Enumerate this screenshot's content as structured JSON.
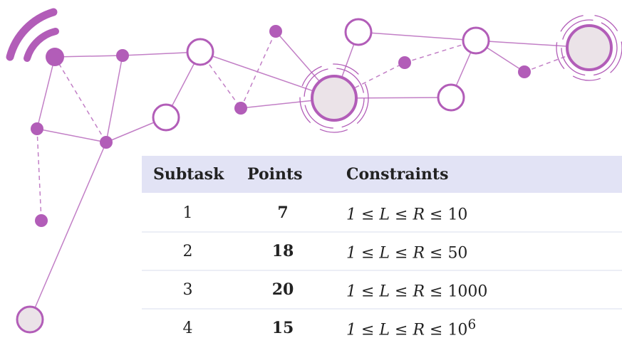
{
  "colors": {
    "node_fill": "#b25db8",
    "edge": "#c27fc6",
    "ring": "#b25db8",
    "big_node_fill": "#ebe3e8",
    "header_bg": "#e2e3f5"
  },
  "decor": {
    "wifi_icon": "wifi-signal-icon"
  },
  "table": {
    "headers": {
      "subtask": "Subtask",
      "points": "Points",
      "constraints": "Constraints"
    },
    "rows": [
      {
        "subtask": "1",
        "points": "7",
        "constraint_prefix": "1 ≤ L ≤ R ≤ ",
        "constraint_value": "10",
        "constraint_exp": ""
      },
      {
        "subtask": "2",
        "points": "18",
        "constraint_prefix": "1 ≤ L ≤ R ≤ ",
        "constraint_value": "50",
        "constraint_exp": ""
      },
      {
        "subtask": "3",
        "points": "20",
        "constraint_prefix": "1 ≤ L ≤ R ≤ ",
        "constraint_value": "1000",
        "constraint_exp": ""
      },
      {
        "subtask": "4",
        "points": "15",
        "constraint_prefix": "1 ≤ L ≤ R ≤ ",
        "constraint_value": "10",
        "constraint_exp": "6"
      }
    ]
  }
}
